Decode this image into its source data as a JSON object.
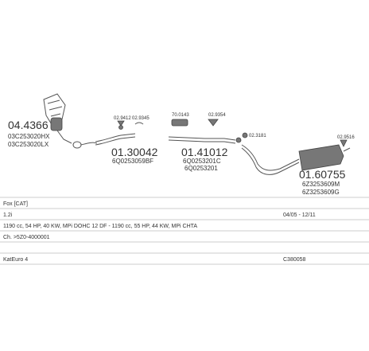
{
  "parts": {
    "catalyst": {
      "number": "04.4366",
      "codes": [
        "03C253020HX",
        "03C253020LX"
      ]
    },
    "front_pipe": {
      "number": "01.30042",
      "code": "6Q0253059BF",
      "fittings": [
        "02.9412",
        "02.9345"
      ]
    },
    "middle_pipe": {
      "number": "01.41012",
      "codes": [
        "6Q0253201C",
        "6Q0253201"
      ],
      "fittings": [
        "70.0143",
        "02.9354"
      ]
    },
    "rear_silencer": {
      "number": "01.60755",
      "codes": [
        "6Z3253609M",
        "6Z3253609G"
      ],
      "fittings": [
        "02.3181",
        "02.9516"
      ]
    }
  },
  "table": {
    "rows": [
      {
        "left": "Fox [CAT]",
        "right": ""
      },
      {
        "left": "1.2i",
        "right": "04/05 - 12/11"
      },
      {
        "left": "1190 cc, 54 HP, 40 KW, MPi DOHC 12 DF - 1190 cc, 55 HP, 44 KW, MPi CHTA",
        "right": ""
      },
      {
        "left": "Ch. >5Z0-4000001",
        "right": ""
      },
      {
        "left": "KatEuro 4",
        "right": "C380058"
      }
    ]
  }
}
